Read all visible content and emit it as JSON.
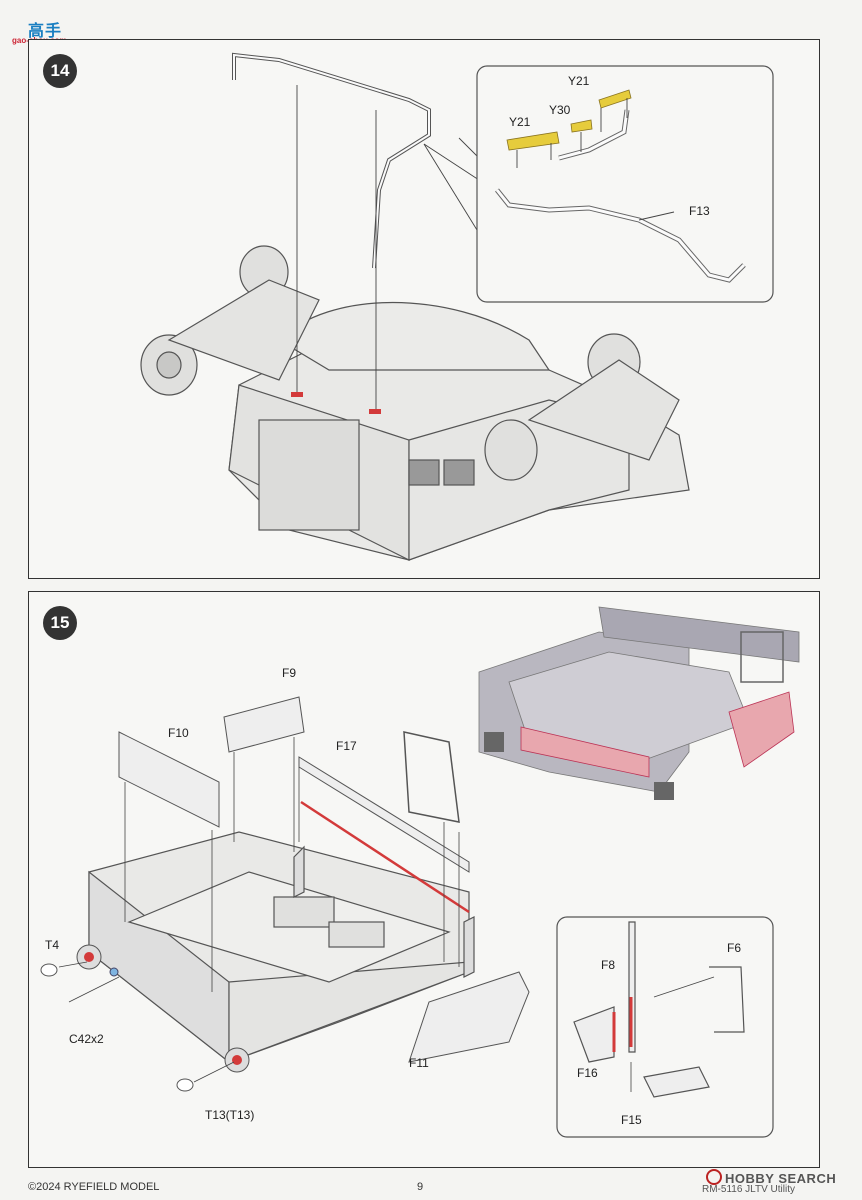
{
  "watermark": {
    "main": "高手网",
    "sub": "gao-shou.com"
  },
  "step14": {
    "number": "14",
    "labels": {
      "y21_top": "Y21",
      "y30": "Y30",
      "y21_left": "Y21",
      "f13": "F13"
    }
  },
  "step15": {
    "number": "15",
    "labels": {
      "f9": "F9",
      "f10": "F10",
      "f17": "F17",
      "t4": "T4",
      "c42": "C42x2",
      "f11": "F11",
      "t13": "T13(T13)",
      "f6": "F6",
      "f8": "F8",
      "f16": "F16",
      "f15": "F15"
    }
  },
  "footer": {
    "copyright": "©2024 RYEFIELD MODEL",
    "page": "9",
    "model": "RM-5116 JLTV Utility",
    "hobby_search": "HOBBY SEARCH"
  },
  "colors": {
    "part_red": "#d33a3a",
    "part_yellow": "#e6cc3c",
    "highlight_pink": "#e8a7ae",
    "line": "#444"
  }
}
